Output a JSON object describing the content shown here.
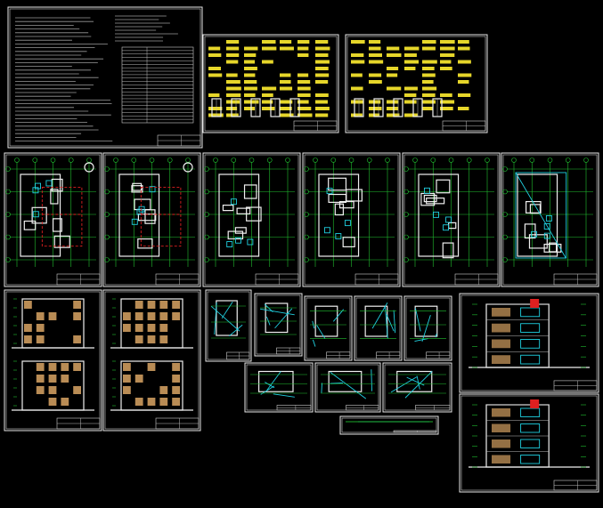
{
  "viewer": {
    "background": "#000000",
    "palette": {
      "frame": "#e8e8e8",
      "annotation_yellow": "#e6d62a",
      "grid_green": "#20c030",
      "wall_white": "#f0f0f0",
      "dash_red": "#e02020",
      "fixture_cyan": "#20d0e0",
      "material_tan": "#b98c55"
    }
  },
  "sheets": [
    {
      "name": "sheet-design-notes",
      "type": "notes"
    },
    {
      "name": "sheet-door-window-schedule-a",
      "type": "schedule"
    },
    {
      "name": "sheet-door-window-schedule-b",
      "type": "schedule"
    },
    {
      "name": "sheet-floor-plan-1",
      "type": "plan-dashed"
    },
    {
      "name": "sheet-floor-plan-2",
      "type": "plan-dashed"
    },
    {
      "name": "sheet-floor-plan-3",
      "type": "plan"
    },
    {
      "name": "sheet-floor-plan-4",
      "type": "plan"
    },
    {
      "name": "sheet-floor-plan-5",
      "type": "plan"
    },
    {
      "name": "sheet-roof-plan",
      "type": "plan-cyan"
    },
    {
      "name": "sheet-elevation-a",
      "type": "elevation-tan"
    },
    {
      "name": "sheet-elevation-b",
      "type": "elevation-tan"
    },
    {
      "name": "sheet-detail-1",
      "type": "detail"
    },
    {
      "name": "sheet-detail-2",
      "type": "detail"
    },
    {
      "name": "sheet-detail-3",
      "type": "detail"
    },
    {
      "name": "sheet-detail-4",
      "type": "detail"
    },
    {
      "name": "sheet-detail-5",
      "type": "detail"
    },
    {
      "name": "sheet-detail-6",
      "type": "detail"
    },
    {
      "name": "sheet-detail-7",
      "type": "detail"
    },
    {
      "name": "sheet-detail-8",
      "type": "detail"
    },
    {
      "name": "sheet-detail-9",
      "type": "detail"
    },
    {
      "name": "sheet-section",
      "type": "section"
    },
    {
      "name": "sheet-side-elevation",
      "type": "section"
    }
  ]
}
